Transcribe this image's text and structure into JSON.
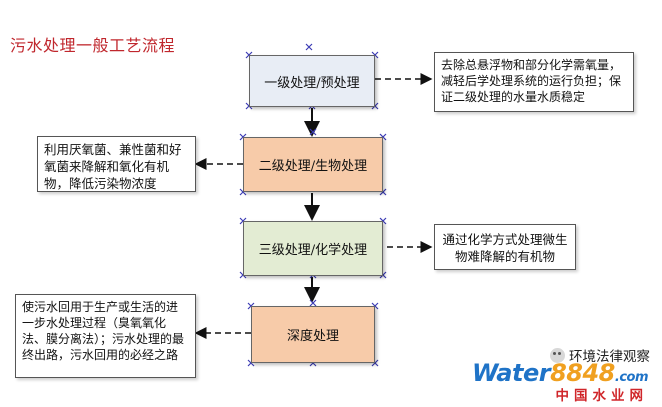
{
  "title": "污水处理一般工艺流程",
  "stages": [
    {
      "label": "一级处理/预处理",
      "fill": "#e8edf5"
    },
    {
      "label": "二级处理/生物处理",
      "fill": "#f7cba9"
    },
    {
      "label": "三级处理/化学处理",
      "fill": "#e3ecd3"
    },
    {
      "label": "深度处理",
      "fill": "#f7cba9"
    }
  ],
  "notes": {
    "primary": "去除总悬浮物和部分化学需氧量，减轻后学处理系统的运行负担；保证二级处理的水量水质稳定",
    "secondary": "利用厌氧菌、兼性菌和好氧菌来降解和氧化有机物，降低污染物浓度",
    "tertiary": "通过化学方式处理微生物难降解的有机物",
    "advanced": "使污水回用于生产或生活的进一步水处理过程（臭氧氧化法、膜分离法）；污水处理的最终出路，污水回用的必经之路"
  },
  "watermark": {
    "account": "环境法律观察",
    "logo_water": "Water",
    "logo_number": "8848",
    "logo_tld": ".com",
    "site": "中国水业网"
  },
  "colors": {
    "title": "#c0272d",
    "arrow": "#111111",
    "handle": "#3b3bb5"
  }
}
